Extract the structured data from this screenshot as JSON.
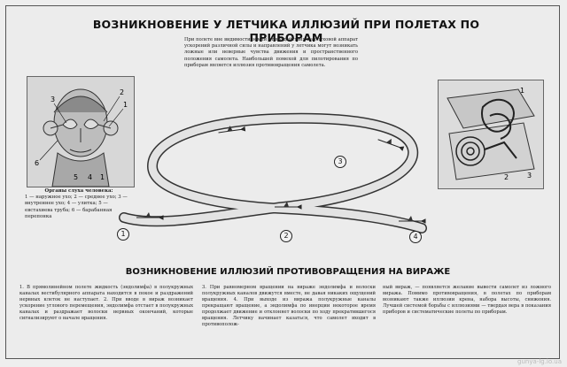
{
  "title": "ВОЗНИКНОВЕНИЕ У ЛЕТЧИКА ИЛЛЮЗИЙ ПРИ ПОЛЕТАХ ПО ПРИБОРАМ",
  "intro": "При полете вне видимости земли от воздействия на слуховой аппарат ускорений различной силы и направлений у летчика могут возникать ложные или неверные чувства движения и пространственного положения самолета. Наибольшей помехой для пилотирования по приборам является иллюзия противовращения самолета.",
  "legend": {
    "title": "Органы слуха человека:",
    "items": "1 — наружное ухо; 2 — среднее ухо; 3 — внутреннее ухо; 4 — улитка; 5 — евстахиева труба; 6 — барабанная перепонка"
  },
  "subtitle": "ВОЗНИКНОВЕНИЕ ИЛЛЮЗИЙ ПРОТИВОВРАЩЕНИЯ НА ВИРАЖЕ",
  "col1": "1. В прямолинейном полете жидкость (эндолимфа) в полукружных каналах вестибулярного аппарата находится в покое и раздражений нервных клеток не наступает. 2. При вводе в вираж возникает ускорение углового перемещения, эндолимфа отстает в полукружных каналах и раздражает волоски нервных окончаний, которые сигнализируют о начале вращения.",
  "col2": "3. При равномерном вращении на вираже эндолимфа и волоски полукружных каналов движутся вместе, не давая никаких ощущений вращения. 4. При выходе из виража полукружные каналы прекращают вращение, а эндолимфа по инерции некоторое время продолжает движение и отклоняет волоски по ходу прекратившегося вращения. Летчику начинает казаться, что самолет входит в противополож-",
  "col3": "ный вираж, — появляется желание вывести самолет из ложного виража. Помимо противовращения, в полетах по приборам возникают также иллюзии крена, набора высоты, снижения. Лучшей системой борьбы с иллюзиями — твердая вера в показания приборов и систематические полеты по приборам.",
  "markers": [
    "1",
    "2",
    "3",
    "4"
  ],
  "head_labels": [
    "1",
    "2",
    "3",
    "4",
    "5",
    "6"
  ],
  "ear_labels": [
    "1",
    "2",
    "3"
  ],
  "watermark": "gunya-lg.io.ua"
}
